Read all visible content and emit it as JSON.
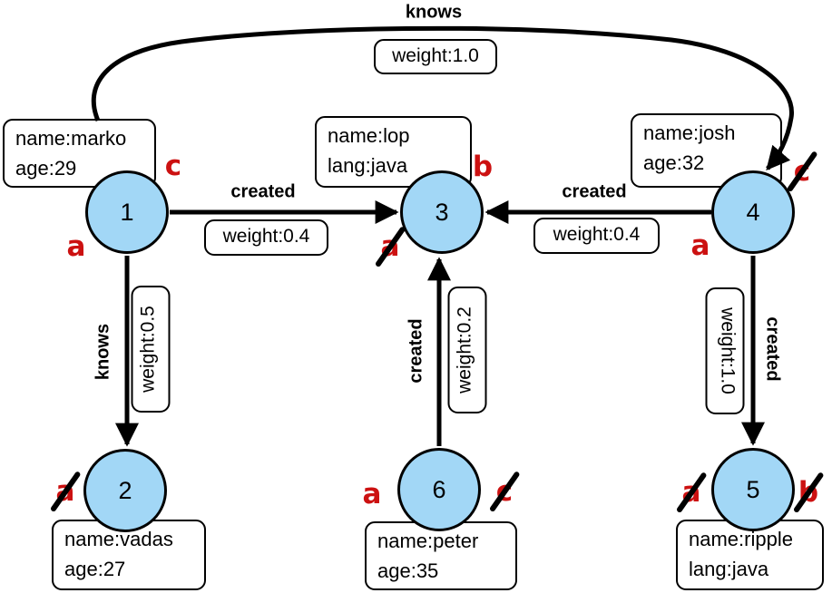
{
  "colors": {
    "node_fill": "#a2d7f6",
    "node_border": "#000000",
    "edge": "#000000",
    "mark_red": "#cc1111",
    "box_bg": "#ffffff"
  },
  "nodes": [
    {
      "id": "1",
      "properties": [
        "name:marko",
        "age:29"
      ],
      "marks": [
        {
          "letter": "c",
          "struck": false
        },
        {
          "letter": "a",
          "struck": false
        }
      ]
    },
    {
      "id": "2",
      "properties": [
        "name:vadas",
        "age:27"
      ],
      "marks": [
        {
          "letter": "a",
          "struck": true
        }
      ]
    },
    {
      "id": "3",
      "properties": [
        "name:lop",
        "lang:java"
      ],
      "marks": [
        {
          "letter": "b",
          "struck": false
        },
        {
          "letter": "a",
          "struck": true
        }
      ]
    },
    {
      "id": "4",
      "properties": [
        "name:josh",
        "age:32"
      ],
      "marks": [
        {
          "letter": "c",
          "struck": true
        },
        {
          "letter": "a",
          "struck": false
        }
      ]
    },
    {
      "id": "5",
      "properties": [
        "name:ripple",
        "lang:java"
      ],
      "marks": [
        {
          "letter": "a",
          "struck": true
        },
        {
          "letter": "b",
          "struck": true
        }
      ]
    },
    {
      "id": "6",
      "properties": [
        "name:peter",
        "age:35"
      ],
      "marks": [
        {
          "letter": "a",
          "struck": false
        },
        {
          "letter": "c",
          "struck": true
        }
      ]
    }
  ],
  "edges": [
    {
      "from": "1",
      "to": "4",
      "label": "knows",
      "weight": "weight:1.0"
    },
    {
      "from": "1",
      "to": "3",
      "label": "created",
      "weight": "weight:0.4"
    },
    {
      "from": "4",
      "to": "3",
      "label": "created",
      "weight": "weight:0.4"
    },
    {
      "from": "1",
      "to": "2",
      "label": "knows",
      "weight": "weight:0.5"
    },
    {
      "from": "6",
      "to": "3",
      "label": "created",
      "weight": "weight:0.2"
    },
    {
      "from": "4",
      "to": "5",
      "label": "created",
      "weight": "weight:1.0"
    }
  ]
}
